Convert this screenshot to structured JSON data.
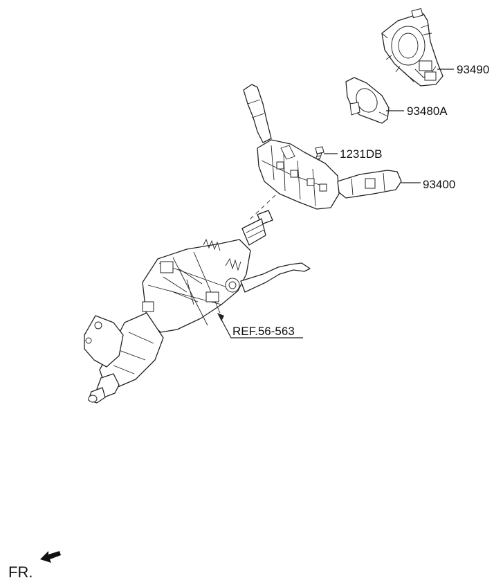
{
  "parts": [
    {
      "id": "clock-spring",
      "label": "93490"
    },
    {
      "id": "sensor-ring",
      "label": "93480A"
    },
    {
      "id": "bolt",
      "label": "1231DB"
    },
    {
      "id": "switch-assembly",
      "label": "93400"
    },
    {
      "id": "steering-column",
      "label": "REF.56-563"
    }
  ],
  "front_marker": {
    "label": "FR."
  },
  "colors": {
    "line": "#222222",
    "background": "#ffffff"
  }
}
